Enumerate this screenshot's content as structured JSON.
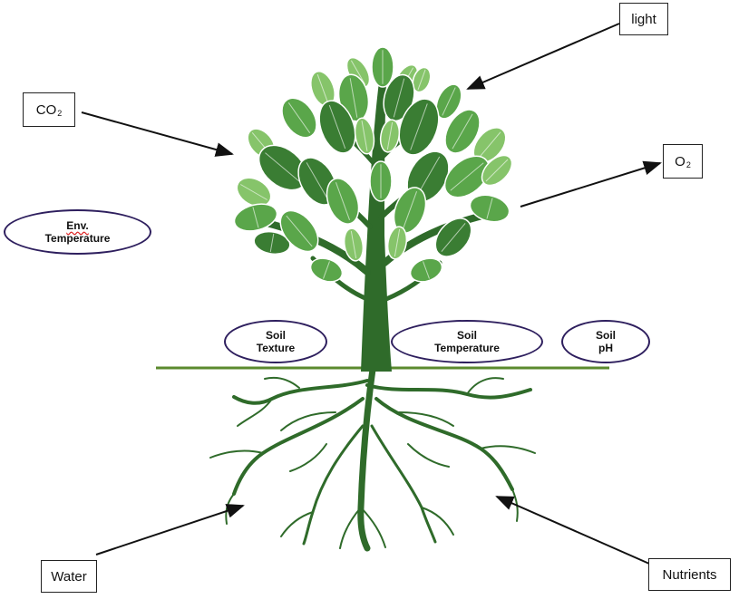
{
  "factors": {
    "light": "light",
    "co2_main": "CO",
    "co2_sub": "2",
    "o2_main": "O",
    "o2_sub": "2",
    "water": "Water",
    "nutrients": "Nutrients",
    "env_temp_line1": "Env.",
    "env_temp_line2": "Temperature",
    "soil_texture_line1": "Soil",
    "soil_texture_line2": "Texture",
    "soil_temp_line1": "Soil",
    "soil_temp_line2": "Temperature",
    "soil_ph_line1": "Soil",
    "soil_ph_line2": "pH"
  },
  "colors": {
    "trunk": "#2f6b2a",
    "leaf_dark": "#3a7d33",
    "leaf_mid": "#5aa64a",
    "leaf_light": "#86c46a",
    "ground_line": "#5b8a2e",
    "ellipse_border": "#2e1f5e",
    "arrow": "#111111"
  }
}
